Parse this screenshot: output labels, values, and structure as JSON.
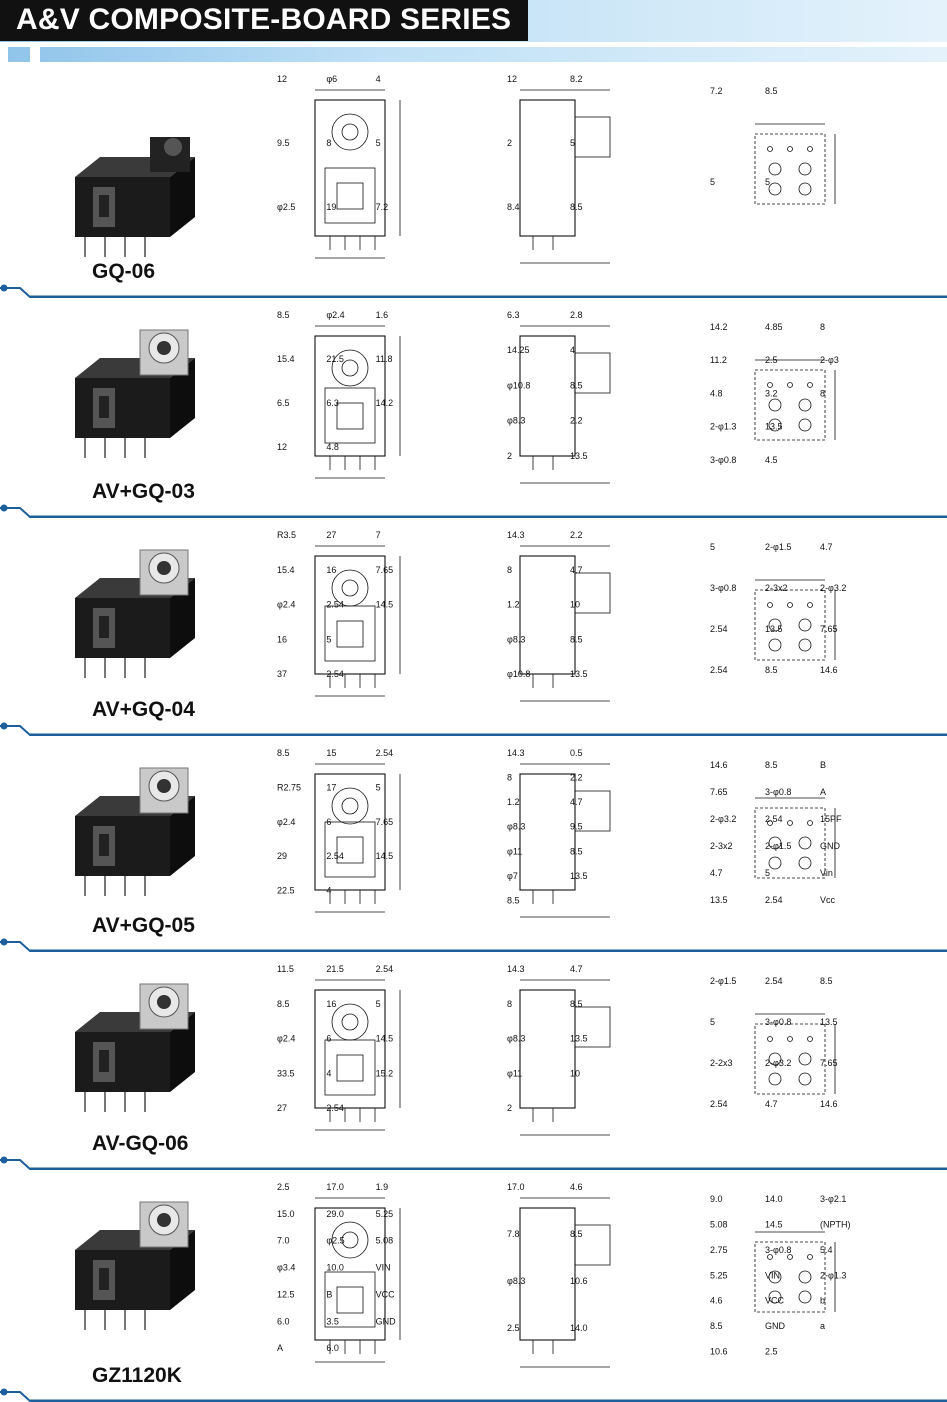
{
  "header": {
    "title": "A&V COMPOSITE-BOARD SERIES"
  },
  "colors": {
    "separator": "#1d5f9c",
    "banner_start": "#8fc4ea",
    "banner_end": "#e4f2fb",
    "title_bg": "#111111"
  },
  "models": [
    {
      "name": "GQ-06",
      "front_dims": [
        "12",
        "9.5",
        "φ2.5",
        "φ6",
        "8",
        "19",
        "4",
        "5",
        "7.2"
      ],
      "side_dims": [
        "12",
        "2",
        "8.4",
        "8.2",
        "5",
        "8.5"
      ],
      "pcb_dims": [
        "7.2",
        "5",
        "8.5",
        "5"
      ]
    },
    {
      "name": "AV+GQ-03",
      "front_dims": [
        "8.5",
        "15.4",
        "6.5",
        "12",
        "φ2.4",
        "21.5",
        "6.3",
        "4.8",
        "1.6",
        "11.8",
        "14.2"
      ],
      "side_dims": [
        "6.3",
        "14.25",
        "φ10.8",
        "φ8.3",
        "2",
        "2.8",
        "4",
        "8.5",
        "2.2",
        "13.5"
      ],
      "pcb_dims": [
        "14.2",
        "11.2",
        "4.8",
        "2-φ1.3",
        "3-φ0.8",
        "4.85",
        "2.5",
        "3.2",
        "13.5",
        "4.5",
        "8",
        "2-φ3",
        "8"
      ]
    },
    {
      "name": "AV+GQ-04",
      "front_dims": [
        "R3.5",
        "15.4",
        "φ2.4",
        "16",
        "37",
        "27",
        "16",
        "2.54",
        "5",
        "2.54",
        "7",
        "7.65",
        "14.5"
      ],
      "side_dims": [
        "14.3",
        "8",
        "1.2",
        "φ8.3",
        "φ10.8",
        "2.2",
        "4.7",
        "10",
        "8.5",
        "13.5"
      ],
      "pcb_dims": [
        "5",
        "3-φ0.8",
        "2.54",
        "2.54",
        "2-φ1.5",
        "2-3x2",
        "13.5",
        "8.5",
        "4.7",
        "2-φ3.2",
        "7.65",
        "14.6"
      ]
    },
    {
      "name": "AV+GQ-05",
      "front_dims": [
        "8.5",
        "R2.75",
        "φ2.4",
        "29",
        "22.5",
        "15",
        "17",
        "6",
        "2.54",
        "4",
        "2.54",
        "5",
        "7.65",
        "14.5"
      ],
      "side_dims": [
        "14.3",
        "8",
        "1.2",
        "φ8.3",
        "φ11",
        "φ7",
        "8.5",
        "0.5",
        "2.2",
        "4.7",
        "9.5",
        "8.5",
        "13.5"
      ],
      "pcb_dims": [
        "14.6",
        "7.65",
        "2-φ3.2",
        "2-3x2",
        "4.7",
        "13.5",
        "8.5",
        "3-φ0.8",
        "2.54",
        "2-φ1.5",
        "5",
        "2.54",
        "B",
        "A",
        "15PF",
        "GND",
        "Vin",
        "Vcc"
      ]
    },
    {
      "name": "AV-GQ-06",
      "front_dims": [
        "11.5",
        "8.5",
        "φ2.4",
        "33.5",
        "27",
        "21.5",
        "16",
        "6",
        "4",
        "2.54",
        "2.54",
        "5",
        "14.5",
        "15.2"
      ],
      "side_dims": [
        "14.3",
        "8",
        "φ8.3",
        "φ11",
        "2",
        "4.7",
        "8.5",
        "13.5",
        "10"
      ],
      "pcb_dims": [
        "2-φ1.5",
        "5",
        "2-2x3",
        "2.54",
        "2.54",
        "3-φ0.8",
        "2-φ3.2",
        "4.7",
        "8.5",
        "13.5",
        "7.65",
        "14.6"
      ]
    },
    {
      "name": "GZ1120K",
      "front_dims": [
        "2.5",
        "15.0",
        "7.0",
        "φ3.4",
        "12.5",
        "6.0",
        "A",
        "17.0",
        "29.0",
        "φ2.5",
        "10.0",
        "B",
        "3.5",
        "6.0",
        "1.9",
        "5.25",
        "5.08",
        "VIN",
        "VCC",
        "GND"
      ],
      "side_dims": [
        "17.0",
        "7.8",
        "φ8.3",
        "2.5",
        "4.6",
        "8.5",
        "10.6",
        "14.0"
      ],
      "pcb_dims": [
        "9.0",
        "5.08",
        "2.75",
        "5.25",
        "4.6",
        "8.5",
        "10.6",
        "14.0",
        "14.5",
        "3-φ0.8",
        "VIN",
        "VCC",
        "GND",
        "2.5",
        "3-φ2.1",
        "(NPTH)",
        "5.4",
        "2-φ1.3",
        "b",
        "a"
      ]
    }
  ]
}
